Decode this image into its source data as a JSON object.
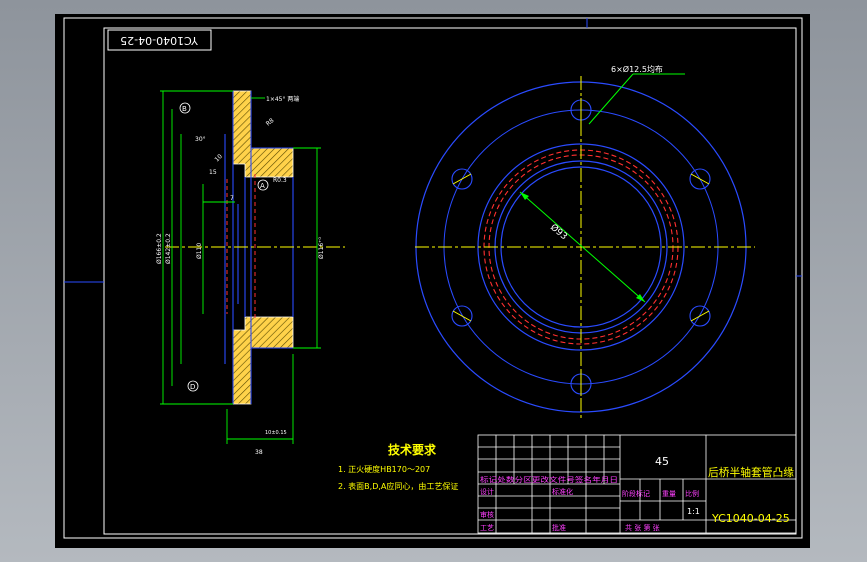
{
  "drawing": {
    "code_box": "YC1040-04-25",
    "annotations": {
      "chamfer_note": "1×45° 两端",
      "holes_note": "6×Ø12.5均布",
      "bore_dia": "Ø93",
      "angle": "30°",
      "datum_a": "A",
      "datum_b": "B",
      "datum_d": "D",
      "dim_7": "7",
      "dim_110": "Ø110",
      "dim_116": "Ø116⁺⁰",
      "dim_outer1": "Ø166±0.2",
      "dim_outer2": "Ø142±0.2",
      "dim_10": "10",
      "dim_thk": "10±0.15",
      "dim_38": "38",
      "dim_r": "R0.3",
      "dim_r1": "R8",
      "dim_15": "15"
    },
    "tech_requirements": {
      "title": "技术要求",
      "items": [
        "1.    正火硬度HB170～207",
        "2.    表面B,D,A应同心，由工艺保证"
      ]
    },
    "title_block": {
      "material": "45",
      "part_name": "后桥半轴套管凸缘",
      "drawing_no": "YC1040-04-25",
      "scale": "1:1",
      "revision_header": "标记处数分区更改文件号签名年月日",
      "designer": "设计",
      "standardization": "标准化",
      "stage_label": "阶段标记",
      "weight_label": "重量",
      "scale_label": "比例",
      "review": "审核",
      "process": "工艺",
      "approve": "批准",
      "sheets": "共 张 第 张"
    }
  }
}
